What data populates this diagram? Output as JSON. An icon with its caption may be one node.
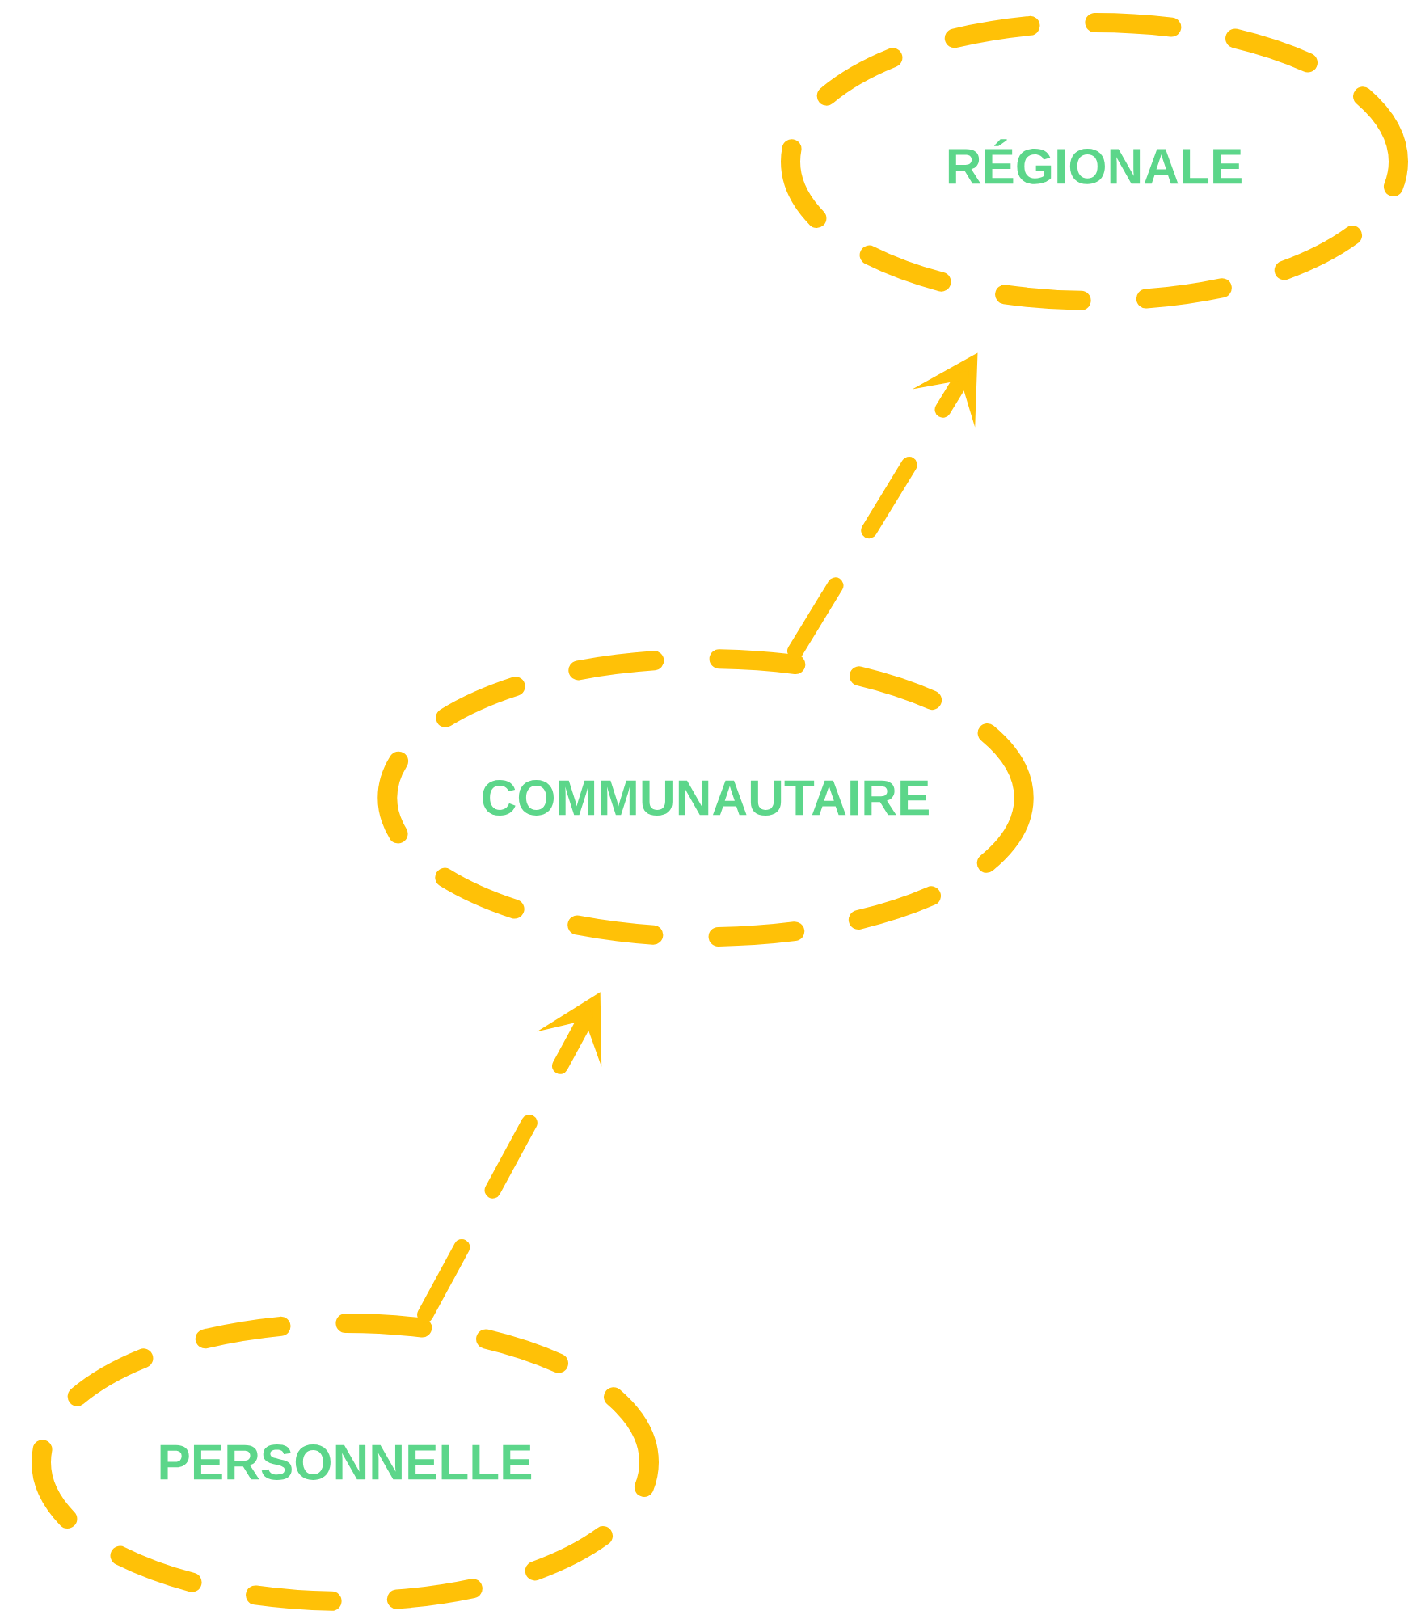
{
  "diagram": {
    "nodes": [
      {
        "text": [
          "RÉGIONALE"
        ]
      },
      {
        "text": [
          "COMMUNAUTAIRE"
        ]
      },
      {
        "text": [
          "PERSONNELLE"
        ]
      }
    ],
    "edges": [
      {
        "from": 2,
        "to": 1,
        "arrow": "to",
        "style": "dashed"
      },
      {
        "from": 1,
        "to": 0,
        "arrow": "to",
        "style": "dashed"
      }
    ]
  }
}
